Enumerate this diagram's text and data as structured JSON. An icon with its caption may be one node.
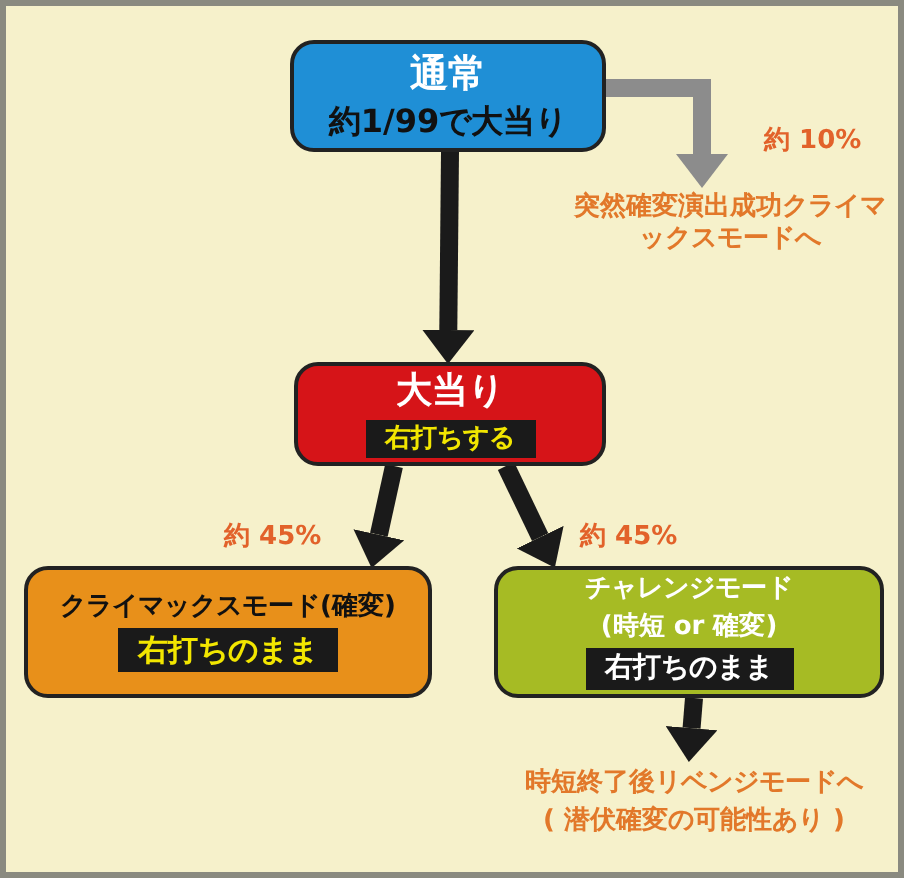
{
  "diagram": {
    "nodes": [
      {
        "text": [
          "通常",
          "約1/99で大当り"
        ]
      },
      {
        "text": [
          "突然確変演出成功クライマックスモードへ"
        ]
      },
      {
        "text": [
          "大当り",
          "右打ちする"
        ]
      },
      {
        "text": [
          "クライマックスモード(確変)",
          "右打ちのまま"
        ]
      },
      {
        "text": [
          "チャレンジモード",
          "(**時短** or **確変**)",
          "右打ちのまま"
        ]
      },
      {
        "text": [
          "時短終了後**リベンジモードへ**",
          "( **潜伏確変**の可能性あり )"
        ]
      }
    ],
    "edges": [
      {
        "from": 0,
        "to": 1,
        "arrow": "to",
        "label": "約 10%",
        "color": "#8c8c8c"
      },
      {
        "from": 0,
        "to": 2,
        "arrow": "to"
      },
      {
        "from": 2,
        "to": 3,
        "arrow": "to",
        "label": "約 45%"
      },
      {
        "from": 2,
        "to": 4,
        "arrow": "to",
        "label": "約 45%"
      },
      {
        "from": 4,
        "to": 5,
        "arrow": "to"
      }
    ]
  }
}
